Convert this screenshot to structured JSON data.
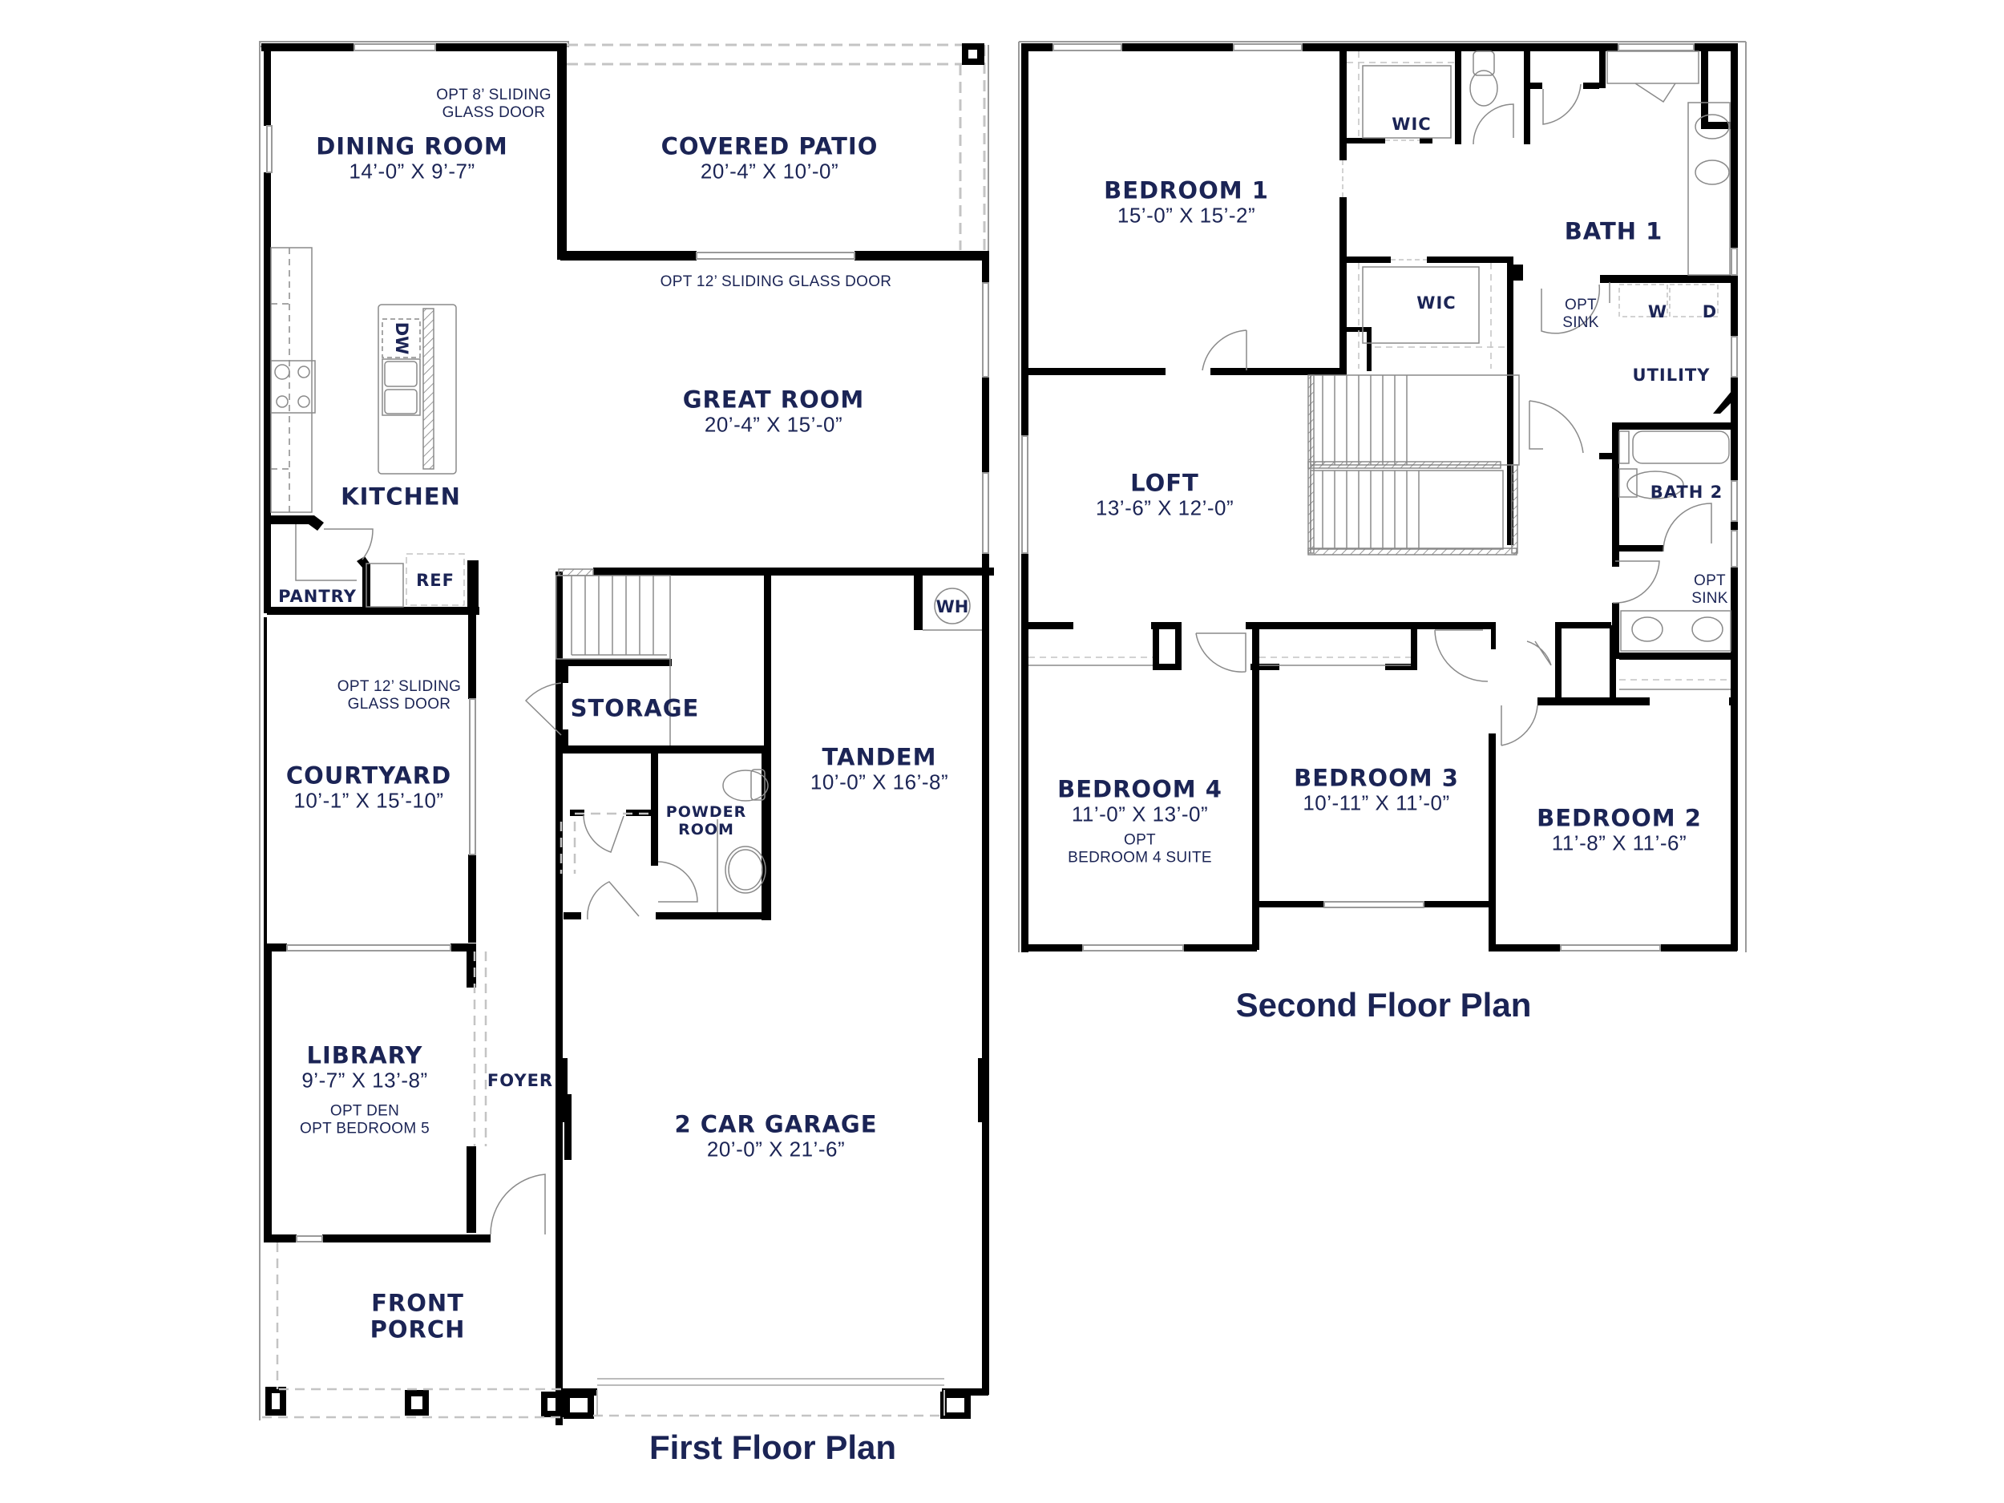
{
  "colors": {
    "label": "#1b2455",
    "wall": "#000000",
    "fixture": "#8a8a8a",
    "dashed": "#c4c4c4",
    "background": "#ffffff"
  },
  "first_floor": {
    "title": "First Floor Plan",
    "rooms": {
      "dining_room": {
        "name": "DINING ROOM",
        "dims": "14’-0” X 9’-7”"
      },
      "covered_patio": {
        "name": "COVERED PATIO",
        "dims": "20’-4” X 10’-0”"
      },
      "great_room": {
        "name": "GREAT ROOM",
        "dims": "20’-4” X 15’-0”"
      },
      "kitchen": {
        "name": "KITCHEN"
      },
      "pantry": {
        "name": "PANTRY"
      },
      "courtyard": {
        "name": "COURTYARD",
        "dims": "10’-1” X 15’-10”"
      },
      "storage": {
        "name": "STORAGE"
      },
      "powder_room": {
        "name_line1": "POWDER",
        "name_line2": "ROOM"
      },
      "tandem": {
        "name": "TANDEM",
        "dims": "10’-0” X 16’-8”"
      },
      "library": {
        "name": "LIBRARY",
        "dims": "9’-7” X 13’-8”",
        "option1": "OPT DEN",
        "option2": "OPT BEDROOM 5"
      },
      "foyer": {
        "name": "FOYER"
      },
      "garage": {
        "name": "2 CAR GARAGE",
        "dims": "20’-0” X 21’-6”"
      },
      "front_porch": {
        "name_line1": "FRONT",
        "name_line2": "PORCH"
      }
    },
    "notes": {
      "dining_door_line1": "OPT 8’ SLIDING",
      "dining_door_line2": "GLASS DOOR",
      "great_room_door": "OPT 12’ SLIDING GLASS DOOR",
      "courtyard_door_line1": "OPT 12’ SLIDING",
      "courtyard_door_line2": "GLASS DOOR"
    },
    "appliances": {
      "dishwasher": "DW",
      "refrigerator": "REF",
      "water_heater": "WH"
    }
  },
  "second_floor": {
    "title": "Second Floor Plan",
    "rooms": {
      "bedroom_1": {
        "name": "BEDROOM 1",
        "dims": "15’-0” X 15’-2”"
      },
      "wic_1": {
        "name": "WIC"
      },
      "wic_2": {
        "name": "WIC"
      },
      "bath_1": {
        "name": "BATH 1"
      },
      "utility": {
        "name": "UTILITY"
      },
      "loft": {
        "name": "LOFT",
        "dims": "13’-6” X 12’-0”"
      },
      "bath_2": {
        "name": "BATH 2"
      },
      "bedroom_4": {
        "name": "BEDROOM 4",
        "dims": "11’-0” X 13’-0”",
        "option1": "OPT",
        "option2": "BEDROOM 4 SUITE"
      },
      "bedroom_3": {
        "name": "BEDROOM 3",
        "dims": "10’-11” X 11’-0”"
      },
      "bedroom_2": {
        "name": "BEDROOM 2",
        "dims": "11’-8” X 11’-6”"
      }
    },
    "notes": {
      "opt_sink_utility_line1": "OPT",
      "opt_sink_utility_line2": "SINK",
      "opt_sink_hall_line1": "OPT",
      "opt_sink_hall_line2": "SINK"
    },
    "appliances": {
      "washer": "W",
      "dryer": "D"
    }
  }
}
